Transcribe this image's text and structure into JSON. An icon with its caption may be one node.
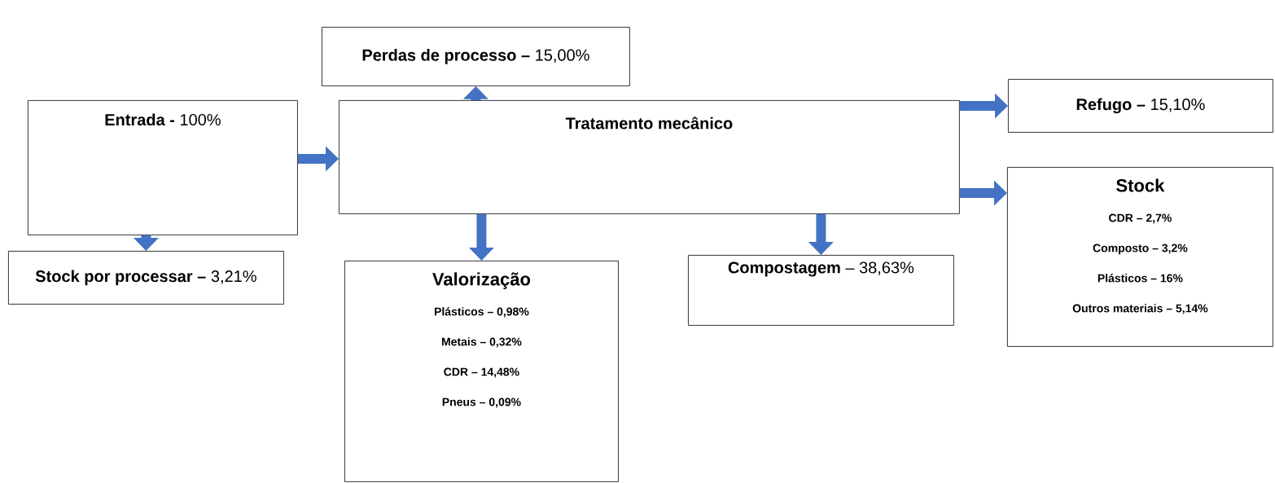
{
  "diagram": {
    "nodes": [
      {
        "text": [
          "**Entrada -** 100%"
        ]
      },
      {
        "text": [
          "**Perdas de processo –** 15,00%"
        ]
      },
      {
        "text": [
          "Tratamento mecânico"
        ]
      },
      {
        "text": [
          "**Refugo –** 15,10%"
        ]
      },
      {
        "text": [
          "**Stock por processar –** 3,21%"
        ]
      },
      {
        "text": [
          "Valorização",
          "Plásticos – 0,98%",
          "Metais – 0,32%",
          "CDR – 14,48%",
          "Pneus – 0,09%"
        ]
      },
      {
        "text": [
          "**Compostagem** – 38,63%"
        ]
      },
      {
        "text": [
          "Stock",
          "CDR – 2,7%",
          "Composto – 3,2%",
          "Plásticos – 16%",
          "Outros materiais – 5,14%"
        ]
      }
    ],
    "edges": [
      {
        "from": 0,
        "to": 2,
        "arrow": "to"
      },
      {
        "from": 0,
        "to": 4,
        "arrow": "to"
      },
      {
        "from": 2,
        "to": 1,
        "arrow": "to"
      },
      {
        "from": 2,
        "to": 3,
        "arrow": "to"
      },
      {
        "from": 2,
        "to": 7,
        "arrow": "to"
      },
      {
        "from": 2,
        "to": 5,
        "arrow": "to"
      },
      {
        "from": 2,
        "to": 6,
        "arrow": "to"
      }
    ]
  }
}
